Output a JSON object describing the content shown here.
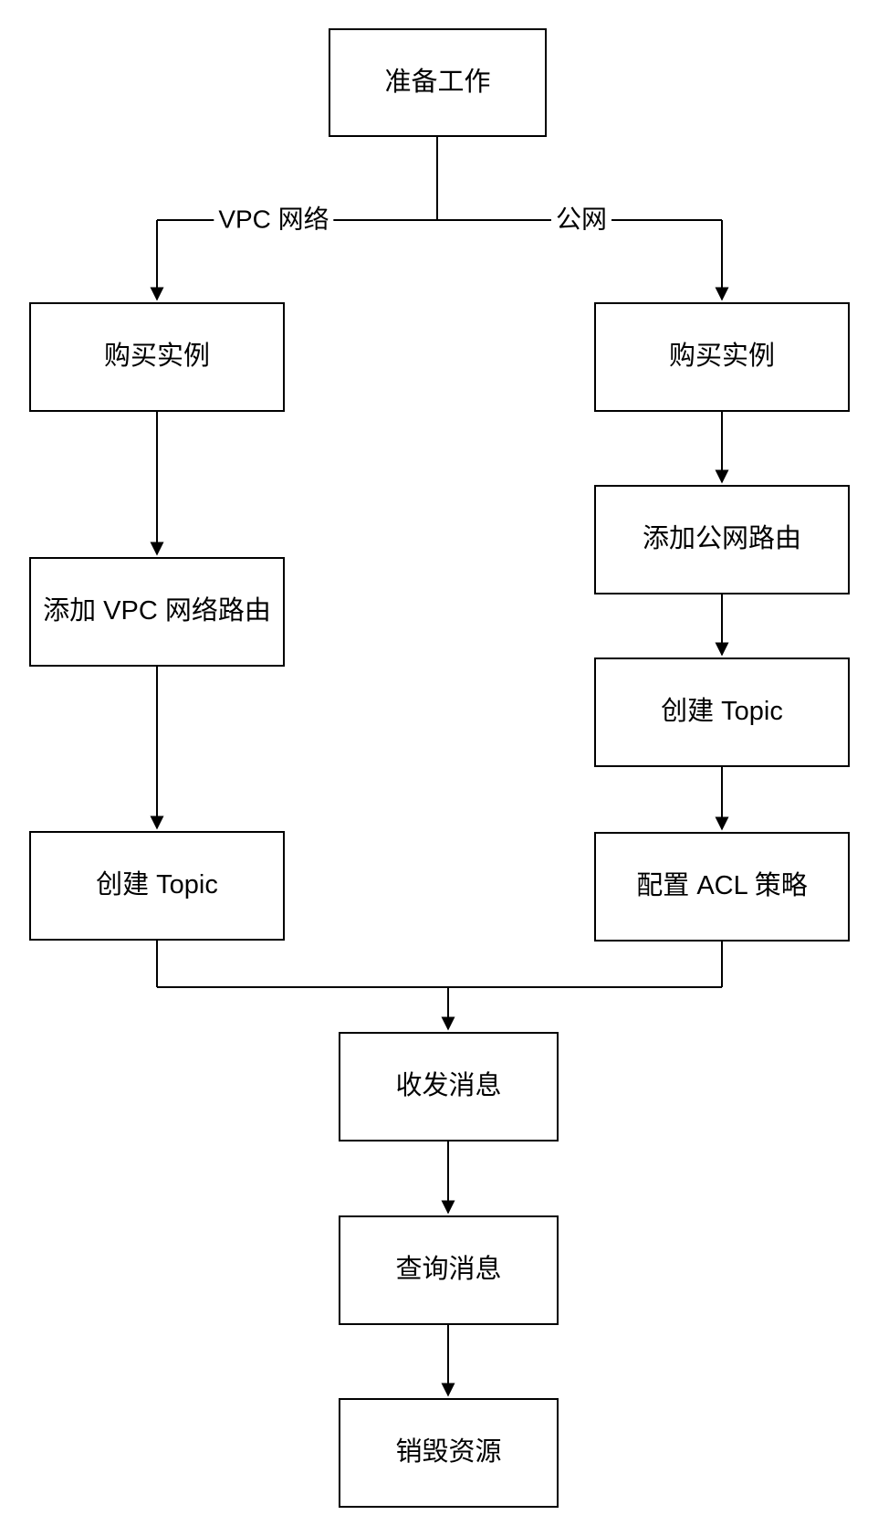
{
  "diagram": {
    "type": "flowchart",
    "background_color": "#ffffff",
    "stroke_color": "#000000",
    "text_color": "#000000",
    "nodes": {
      "prepare": {
        "label": "准备工作"
      },
      "vpc_buy": {
        "label": "购买实例"
      },
      "vpc_route": {
        "label": "添加 VPC 网络路由"
      },
      "vpc_topic": {
        "label": "创建 Topic"
      },
      "pub_buy": {
        "label": "购买实例"
      },
      "pub_route": {
        "label": "添加公网路由"
      },
      "pub_topic": {
        "label": "创建 Topic"
      },
      "pub_acl": {
        "label": "配置 ACL 策略"
      },
      "send_receive": {
        "label": "收发消息"
      },
      "query": {
        "label": "查询消息"
      },
      "destroy": {
        "label": "销毁资源"
      }
    },
    "edge_labels": {
      "vpc_branch": "VPC 网络",
      "public_branch": "公网"
    },
    "flow": {
      "left_branch_order": [
        "准备工作",
        "购买实例",
        "添加 VPC 网络路由",
        "创建 Topic",
        "收发消息",
        "查询消息",
        "销毁资源"
      ],
      "right_branch_order": [
        "准备工作",
        "购买实例",
        "添加公网路由",
        "创建 Topic",
        "配置 ACL 策略",
        "收发消息",
        "查询消息",
        "销毁资源"
      ]
    }
  }
}
